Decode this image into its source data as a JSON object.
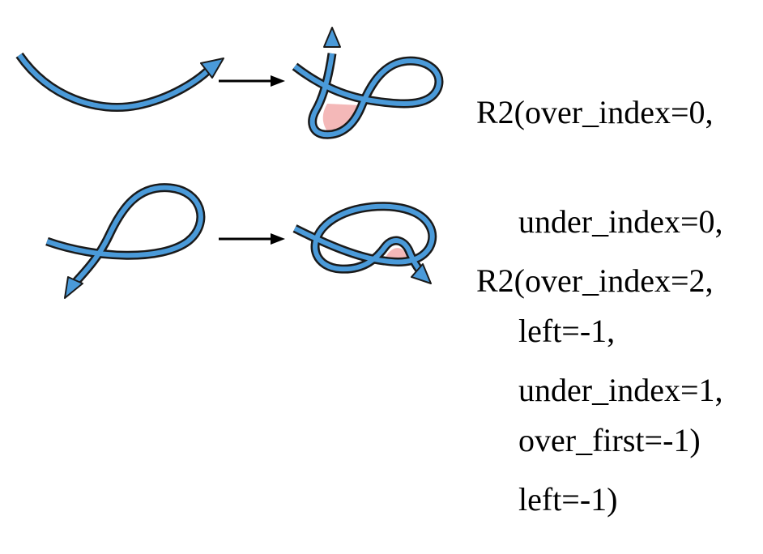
{
  "labels": {
    "top": [
      "R2(over_index=0,",
      "under_index=0,",
      "left=-1,",
      "over_first=-1)"
    ],
    "bottom": [
      "R2(over_index=2,",
      "under_index=1,",
      "left=-1)"
    ]
  },
  "colors": {
    "strand": "#4a9ad9",
    "outline": "#1a1a1a",
    "region": "#f4b8b8"
  }
}
